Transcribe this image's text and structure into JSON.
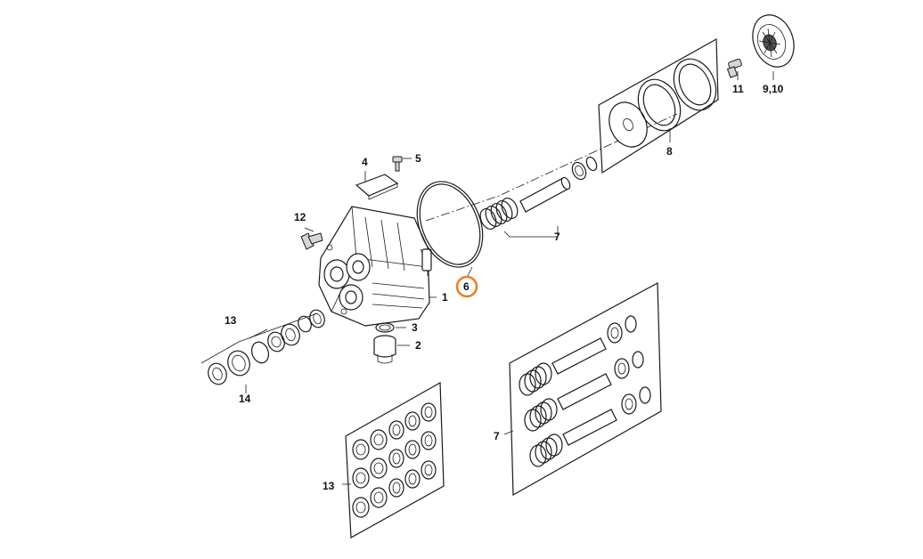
{
  "colors": {
    "highlight": "#f07d1e",
    "line": "#1a1a1a",
    "part_fill": "#d6d6d6"
  },
  "callouts": [
    {
      "id": "part-1",
      "label": "1"
    },
    {
      "id": "part-2",
      "label": "2"
    },
    {
      "id": "part-3",
      "label": "3"
    },
    {
      "id": "part-4",
      "label": "4"
    },
    {
      "id": "part-5",
      "label": "5"
    },
    {
      "id": "part-6",
      "label": "6",
      "highlighted": true
    },
    {
      "id": "part-7-top",
      "label": "7"
    },
    {
      "id": "part-7-kit",
      "label": "7"
    },
    {
      "id": "part-8",
      "label": "8"
    },
    {
      "id": "part-9-10",
      "label": "9,10"
    },
    {
      "id": "part-11",
      "label": "11"
    },
    {
      "id": "part-12",
      "label": "12"
    },
    {
      "id": "part-13-top",
      "label": "13"
    },
    {
      "id": "part-13-kit",
      "label": "13"
    },
    {
      "id": "part-14",
      "label": "14"
    }
  ]
}
